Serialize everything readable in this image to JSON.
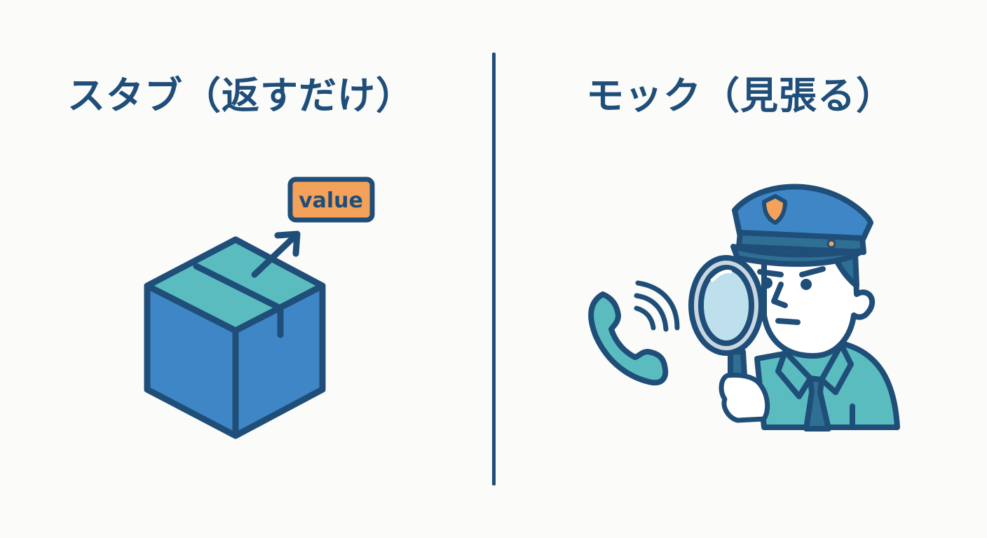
{
  "left_panel": {
    "title": "スタブ（返すだけ）",
    "illustration": "box-returning-value",
    "value_tag": "value"
  },
  "right_panel": {
    "title": "モック（見張る）",
    "illustration": "police-officer-with-magnifier-and-phone"
  },
  "colors": {
    "outline": "#1f4e79",
    "box_blue": "#3f86c6",
    "teal": "#5bbcc0",
    "orange": "#f4a259",
    "background": "#fbfbf9"
  }
}
